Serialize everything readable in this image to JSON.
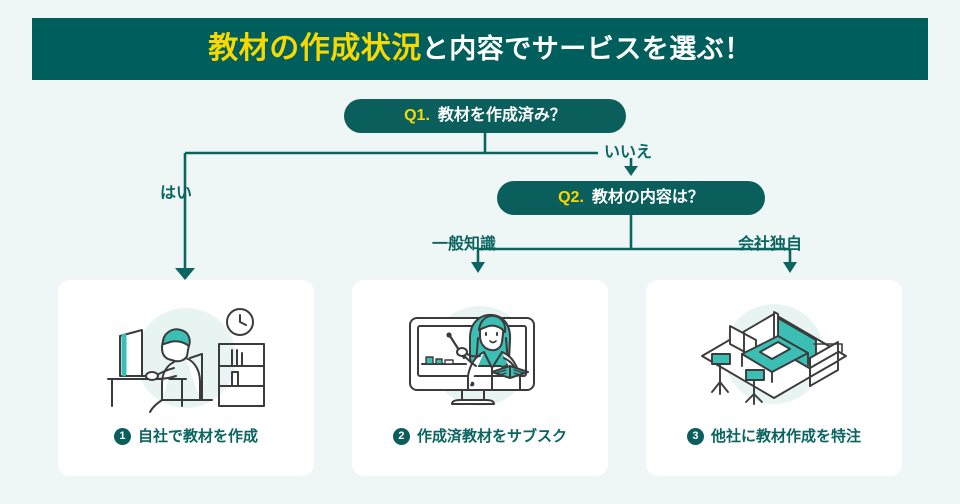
{
  "page": {
    "background_color": "#eff7f6",
    "accent_teal": "#0a5f5c",
    "accent_yellow": "#f7d900",
    "accent_mint": "#3bbfb4"
  },
  "banner": {
    "highlight": "教材の作成状況",
    "rest": "と内容でサービスを選ぶ！"
  },
  "flow": {
    "q1": {
      "tag": "Q1.",
      "label": "教材を作成済み？"
    },
    "q2": {
      "tag": "Q2.",
      "label": "教材の内容は？"
    },
    "branches": {
      "yes": "はい",
      "no": "いいえ",
      "general": "一般知識",
      "company": "会社独自"
    }
  },
  "cards": [
    {
      "number": "1",
      "caption": "自社で教材を作成",
      "art": "person-at-desk-with-clock-and-bookshelf-illustration"
    },
    {
      "number": "2",
      "caption": "作成済教材をサブスク",
      "art": "teacher-in-monitor-with-pointer-illustration"
    },
    {
      "number": "3",
      "caption": "他社に教材作成を特注",
      "art": "isometric-video-studio-room-illustration"
    }
  ]
}
